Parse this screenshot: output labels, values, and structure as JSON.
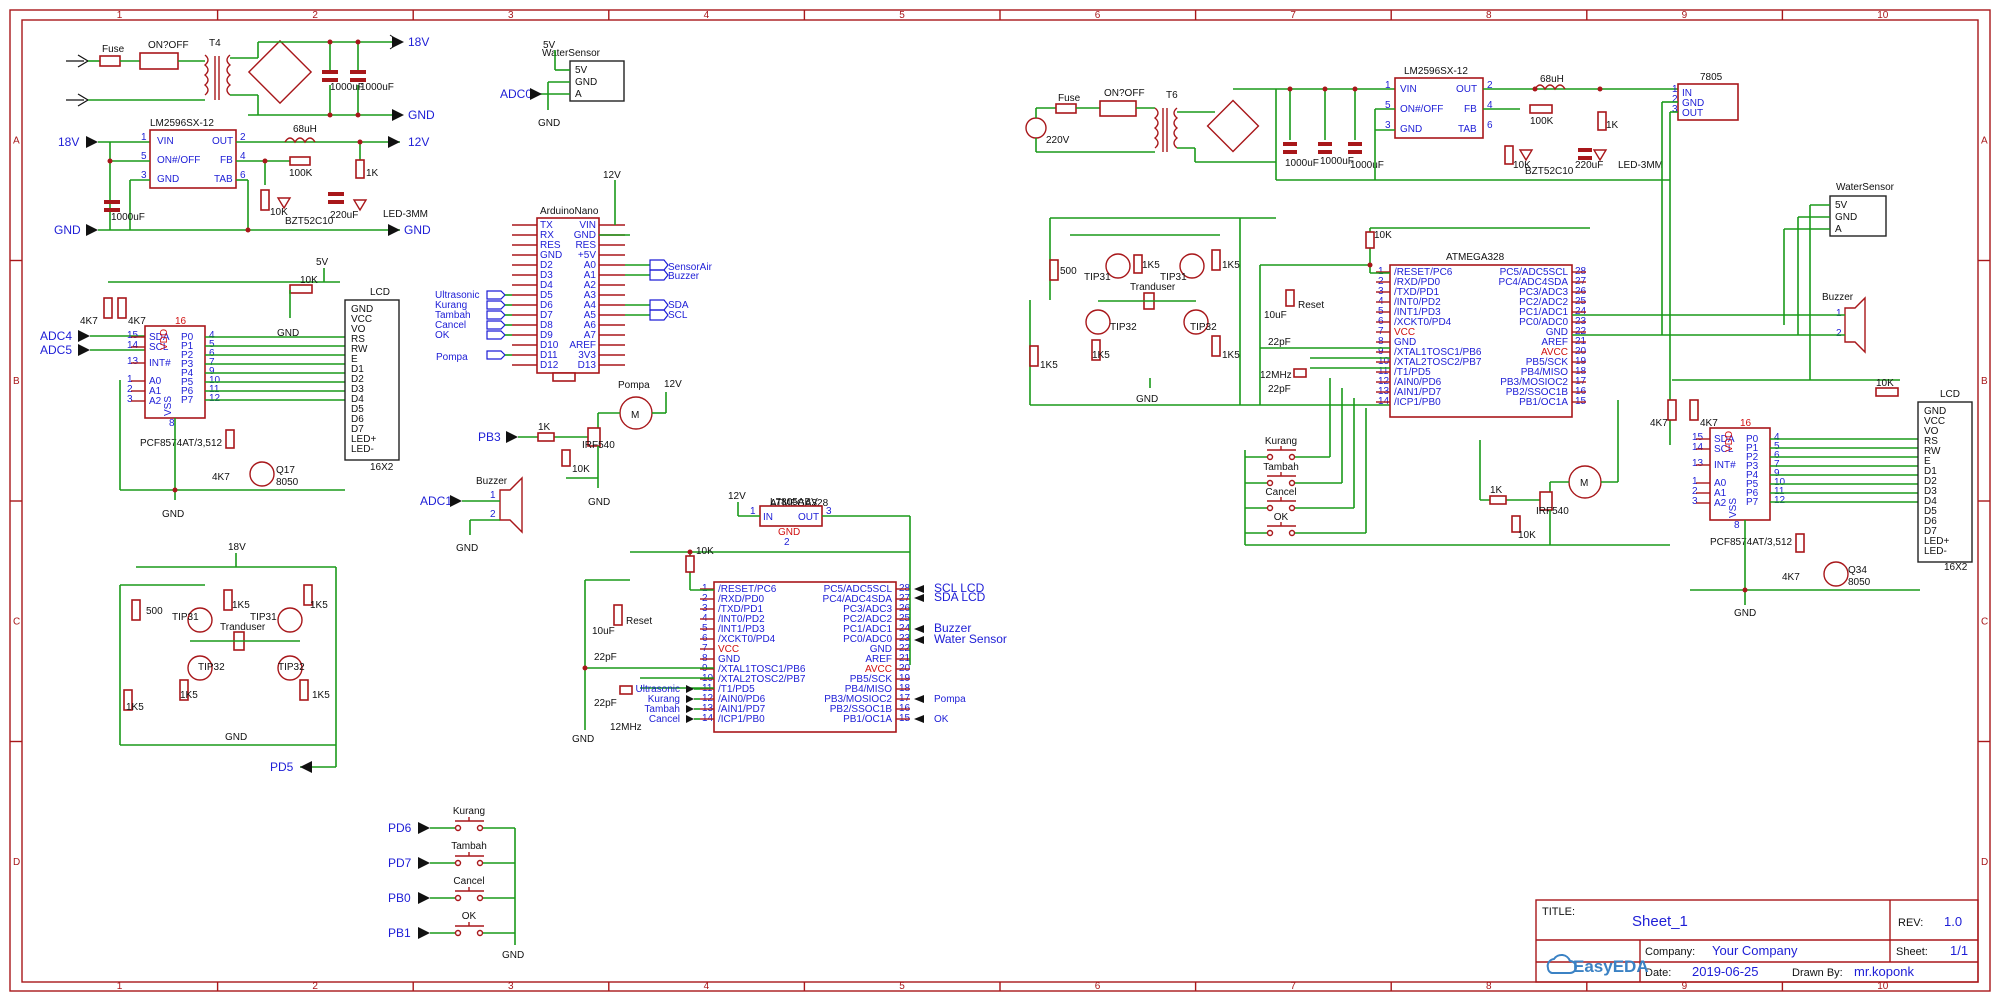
{
  "title_block": {
    "title_label": "TITLE:",
    "title": "Sheet_1",
    "rev_label": "REV:",
    "rev": "1.0",
    "company_label": "Company:",
    "company": "Your Company",
    "sheet_label": "Sheet:",
    "sheet": "1/1",
    "date_label": "Date:",
    "date": "2019-06-25",
    "drawn_label": "Drawn By:",
    "drawn_by": "mr.koponk",
    "logo_text": "EasyEDA"
  },
  "frame": {
    "columns": [
      "1",
      "2",
      "3",
      "4",
      "5",
      "6",
      "7",
      "8",
      "9",
      "10"
    ],
    "rows": [
      "A",
      "B",
      "C",
      "D"
    ]
  },
  "power_left": {
    "fuse": "Fuse",
    "switch": "ON?OFF",
    "transformer": "T4",
    "cap1": "1000uF",
    "cap2": "1000uF",
    "out18": "18V",
    "gnd": "GND"
  },
  "regulator_left": {
    "name": "LM2596SX-12",
    "pins_left": [
      "VIN",
      "ON#/OFF",
      "GND"
    ],
    "pins_left_num": [
      "1",
      "5",
      "3"
    ],
    "pins_right": [
      "OUT",
      "FB",
      "TAB"
    ],
    "pins_right_num": [
      "2",
      "4",
      "6"
    ],
    "in": "18V",
    "out": "12V",
    "gnd_in": "GND",
    "gnd_out": "GND",
    "inductor": "68uH",
    "pot": "100K",
    "r10k": "10K",
    "diode": "BZT52C10",
    "cap_in": "1000uF",
    "cap_out": "220uF",
    "r1k": "1K",
    "led": "LED-3MM"
  },
  "water_sensor_left": {
    "title": "WaterSensor",
    "pins": [
      "5V",
      "GND",
      "A"
    ],
    "vcc": "5V",
    "adc": "ADC0",
    "gnd": "GND"
  },
  "arduino": {
    "title": "ArduinoNano",
    "left": [
      "TX",
      "RX",
      "RES",
      "GND",
      "D2",
      "D3",
      "D4",
      "D5",
      "D6",
      "D7",
      "D8",
      "D9",
      "D10",
      "D11",
      "D12"
    ],
    "right": [
      "VIN",
      "GND",
      "RES",
      "+5V",
      "A0",
      "A1",
      "A2",
      "A3",
      "A4",
      "A5",
      "A6",
      "A7",
      "AREF",
      "3V3",
      "D13"
    ],
    "v12": "12V",
    "left_nets": [
      "Ultrasonic",
      "Kurang",
      "Tambah",
      "Cancel",
      "OK"
    ],
    "pompa": "Pompa",
    "right_nets_a": [
      "SensorAir",
      "Buzzer"
    ],
    "right_nets_b": [
      "SDA",
      "SCL"
    ]
  },
  "pompa_left": {
    "title": "Pompa",
    "v12": "12V",
    "motor": "M",
    "pb3": "PB3",
    "r1k": "1K",
    "r10k": "10K",
    "mosfet": "IRF540",
    "gnd": "GND"
  },
  "buzzer_left": {
    "title": "Buzzer",
    "net": "ADC1",
    "gnd": "GND",
    "pins": [
      "1",
      "2"
    ]
  },
  "pcf_left": {
    "vcc": "5V",
    "r_pot": "10K",
    "r1": "4K7",
    "r2": "4K7",
    "adc4": "ADC4",
    "adc5": "ADC5",
    "left": [
      "SDA",
      "SCL",
      "INT#",
      "A0",
      "A1",
      "A2"
    ],
    "left_num": [
      "15",
      "14",
      "13",
      "1",
      "2",
      "3"
    ],
    "right": [
      "P0",
      "P1",
      "P2",
      "P3",
      "P4",
      "P5",
      "P6",
      "P7"
    ],
    "right_num": [
      "4",
      "5",
      "6",
      "7",
      "9",
      "10",
      "11",
      "12"
    ],
    "vdd": "VDD",
    "vdd_num": "16",
    "vss": "VSS",
    "vss_num": "8",
    "part": "PCF8574AT/3,512",
    "rb": "4K7",
    "q": "Q17",
    "q_part": "8050",
    "gnd": "GND",
    "gnd2": "GND"
  },
  "lcd_left": {
    "title": "LCD",
    "pins": [
      "GND",
      "VCC",
      "VO",
      "RS",
      "RW",
      "E",
      "D1",
      "D2",
      "D3",
      "D4",
      "D5",
      "D6",
      "D7",
      "LED+",
      "LED-"
    ],
    "part": "16X2"
  },
  "inverter_left": {
    "vcc": "18V",
    "r500": "500",
    "q1": "TIP31",
    "q2": "TIP31",
    "q3": "TIP32",
    "q4": "TIP32",
    "r1k5": [
      "1K5",
      "1K5",
      "1K5",
      "1K5"
    ],
    "xfmr": "Tranduser",
    "gnd": "GND",
    "pd5": "PD5"
  },
  "buttons_left": {
    "items": [
      {
        "net": "PD6",
        "label": "Kurang"
      },
      {
        "net": "PD7",
        "label": "Tambah"
      },
      {
        "net": "PB0",
        "label": "Cancel"
      },
      {
        "net": "PB1",
        "label": "OK"
      }
    ],
    "gnd": "GND"
  },
  "mcu_middle": {
    "title": "ATMEGA328",
    "reg_title": "L7805ABV",
    "reg_in": "IN",
    "reg_out": "OUT",
    "reg_gnd": "GND",
    "reg_v": "12V",
    "reg_pins": [
      "1",
      "3",
      "2"
    ],
    "left": [
      "/RESET/PC6",
      "/RXD/PD0",
      "/TXD/PD1",
      "/INT0/PD2",
      "/INT1/PD3",
      "/XCKT0/PD4",
      "VCC",
      "GND",
      "/XTAL1TOSC1/PB6",
      "/XTAL2TOSC2/PB7",
      "/T1/PD5",
      "/AIN0/PD6",
      "/AIN1/PD7",
      "/ICP1/PB0"
    ],
    "left_num": [
      "1",
      "2",
      "3",
      "4",
      "5",
      "6",
      "7",
      "8",
      "9",
      "10",
      "11",
      "12",
      "13",
      "14"
    ],
    "right": [
      "PC5/ADC5SCL",
      "PC4/ADC4SDA",
      "PC3/ADC3",
      "PC2/ADC2",
      "PC1/ADC1",
      "PC0/ADC0",
      "GND",
      "AREF",
      "AVCC",
      "PB5/SCK",
      "PB4/MISO",
      "PB3/MOSIOC2",
      "PB2/SSOC1B",
      "PB1/OC1A"
    ],
    "right_num": [
      "28",
      "27",
      "26",
      "25",
      "24",
      "23",
      "22",
      "21",
      "20",
      "19",
      "18",
      "17",
      "16",
      "15"
    ],
    "r10k": "10K",
    "reset": "Reset",
    "cap10": "10uF",
    "c22a": "22pF",
    "c22b": "22pF",
    "xtal": "12MHz",
    "gnd": "GND",
    "left_nets": [
      "Ultrasonic",
      "Kurang",
      "Tambah",
      "Cancel"
    ],
    "right_nets": [
      "SCL LCD",
      "SDA LCD",
      "Buzzer",
      "Water Sensor",
      "Pompa",
      "OK"
    ]
  },
  "power_right": {
    "source": "220V",
    "fuse": "Fuse",
    "switch": "ON?OFF",
    "transformer": "T6",
    "caps": [
      "1000uF",
      "1000uF",
      "1000uF"
    ],
    "reg": "LM2596SX-12",
    "pins_left": [
      "VIN",
      "ON#/OFF",
      "GND"
    ],
    "pins_left_num": [
      "1",
      "5",
      "3"
    ],
    "pins_right": [
      "OUT",
      "FB",
      "TAB"
    ],
    "pins_right_num": [
      "2",
      "4",
      "6"
    ],
    "inductor": "68uH",
    "pot": "100K",
    "r10k": "10K",
    "diode": "BZT52C10",
    "cap_out": "220uF",
    "r1k": "1K",
    "led": "LED-3MM",
    "reg2": "7805",
    "reg2_pins": [
      "IN",
      "GND",
      "OUT"
    ],
    "reg2_num": [
      "1",
      "2",
      "3"
    ]
  },
  "water_sensor_right": {
    "title": "WaterSensor",
    "pins": [
      "5V",
      "GND",
      "A"
    ]
  },
  "inverter_right": {
    "r500": "500",
    "q1": "TIP31",
    "q2": "TIP31",
    "q3": "TIP32",
    "q4": "TIP32",
    "r1k5": [
      "1K5",
      "1K5",
      "1K5",
      "1K5"
    ],
    "xfmr": "Tranduser",
    "gnd": "GND"
  },
  "mcu_right": {
    "title": "ATMEGA328",
    "r10k": "10K",
    "reset": "Reset",
    "cap10": "10uF",
    "c22a": "22pF",
    "c22b": "22pF",
    "xtal": "12MHz",
    "buttons": [
      "Kurang",
      "Tambah",
      "Cancel",
      "OK"
    ]
  },
  "buzzer_right": {
    "title": "Buzzer",
    "pins": [
      "1",
      "2"
    ]
  },
  "pompa_right": {
    "motor": "M",
    "r1k": "1K",
    "r10k": "10K",
    "mosfet": "IRF540"
  },
  "pcf_right": {
    "r1": "4K7",
    "r2": "4K7",
    "r_pot": "10K",
    "part": "PCF8574AT/3,512",
    "rb": "4K7",
    "q": "Q34",
    "q_part": "8050",
    "gnd": "GND"
  },
  "lcd_right": {
    "title": "LCD",
    "part": "16X2"
  }
}
